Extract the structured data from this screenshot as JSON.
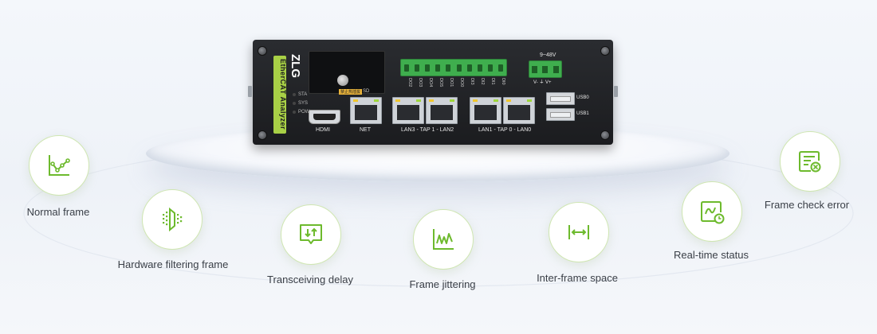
{
  "colors": {
    "accent": "#6dba2d",
    "circle_border": "#cfe6b2",
    "label_text": "#3a3f47",
    "background": "#f1f4f9",
    "device_body": "#1f2023",
    "brand_green": "#a8d046"
  },
  "device": {
    "brand_logo": "ZLG",
    "brand_strip_text": "EtherCAT Analyzer",
    "leds": [
      "STA",
      "SYS",
      "POW"
    ],
    "sd_warning": "禁止热插拔",
    "sd_label": "SD",
    "hdmi_label": "HDMI",
    "net_label": "NET",
    "lan_left_label": "LAN3 - TAP 1 - LAN2",
    "lan_right_label": "LAN1 - TAP 0 - LAN0",
    "pin_labels": [
      "DO2",
      "DO3",
      "DO4",
      "DO5",
      "DO1",
      "DO0",
      "DI3",
      "DI2",
      "DI1",
      "DI0"
    ],
    "power_label": "9~48V",
    "power_pins": "V-  ⏚  V+",
    "usb0_label": "USB0",
    "usb1_label": "USB1"
  },
  "features": [
    {
      "label": "Normal frame",
      "icon": "line-chart-icon"
    },
    {
      "label": "Hardware filtering frame",
      "icon": "filter-icon"
    },
    {
      "label": "Transceiving delay",
      "icon": "up-down-arrows-icon"
    },
    {
      "label": "Frame jittering",
      "icon": "wave-chart-icon"
    },
    {
      "label": "Inter-frame space",
      "icon": "interval-arrows-icon"
    },
    {
      "label": "Real-time status",
      "icon": "clock-status-icon"
    },
    {
      "label": "Frame check error",
      "icon": "document-error-icon"
    }
  ]
}
